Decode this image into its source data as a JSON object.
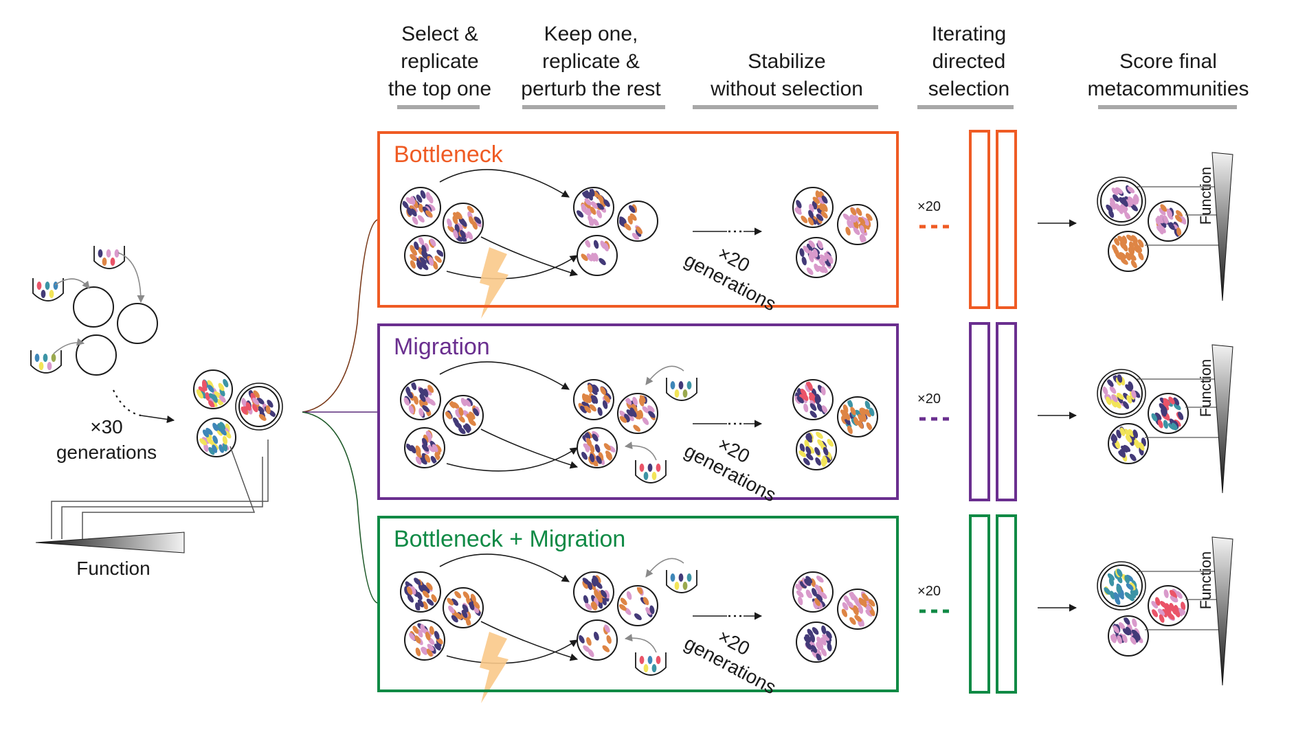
{
  "colors": {
    "bottleneck": "#ef5b24",
    "migration": "#6a2f8f",
    "both": "#0f8a45",
    "bolt": "#f9c98a",
    "dark_purple": "#433a78",
    "pink": "#d99acb",
    "orange": "#de8545",
    "yellow": "#f2e458",
    "blue": "#3e86b8",
    "red": "#ea5468",
    "teal": "#3c94a5",
    "olive": "#9aa94e"
  },
  "headers": {
    "select": [
      "Select &",
      "replicate",
      "the top one"
    ],
    "keep": [
      "Keep one,",
      "replicate &",
      "perturb the rest"
    ],
    "stabilize": [
      "Stabilize",
      "without selection"
    ],
    "iterate": [
      "Iterating",
      "directed",
      "selection"
    ],
    "score": [
      "Score final",
      "metacommunities"
    ]
  },
  "left": {
    "generations_count": "×30",
    "generations_word": "generations",
    "function_label": "Function"
  },
  "panels": [
    {
      "id": "bottleneck",
      "title": "Bottleneck",
      "count": "×20",
      "gen_count": "×20",
      "gen_word": "generations",
      "function_label": "Function"
    },
    {
      "id": "migration",
      "title": "Migration",
      "count": "×20",
      "gen_count": "×20",
      "gen_word": "generations",
      "function_label": "Function"
    },
    {
      "id": "both",
      "title": "Bottleneck + Migration",
      "count": "×20",
      "gen_count": "×20",
      "gen_word": "generations",
      "function_label": "Function"
    }
  ]
}
